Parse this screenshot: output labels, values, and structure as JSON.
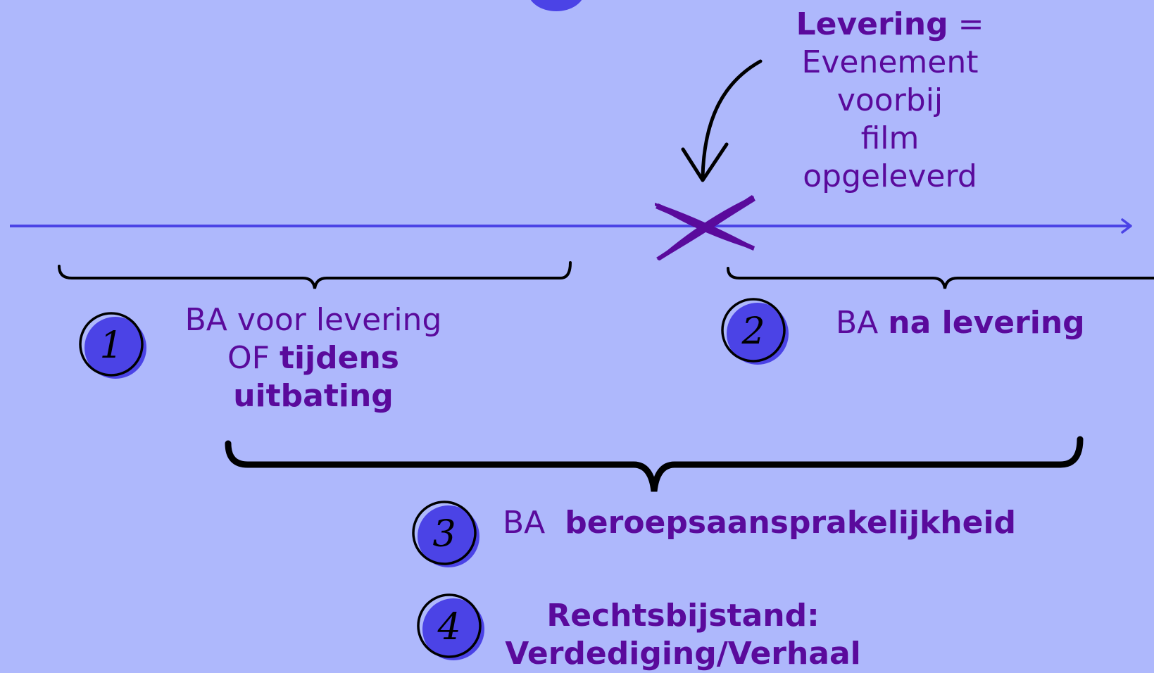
{
  "colors": {
    "background": "#aeb8fc",
    "text": "#5a0a9c",
    "timeline": "#4b43e6",
    "badge_fill": "#4b43e6",
    "marker": "#5a0a9c",
    "ink": "#000000"
  },
  "delivery_note": {
    "bold": "Levering",
    "rest_1": " =",
    "line2": "Evenement",
    "line3": "voorbij",
    "line4": "film",
    "line5": "opgeleverd"
  },
  "items": [
    {
      "number": "1",
      "line1_prefix": "BA voor levering",
      "line2_prefix": "OF ",
      "line2_bold": "tijdens",
      "line3_bold": "uitbating"
    },
    {
      "number": "2",
      "prefix": "BA ",
      "bold": "na levering"
    },
    {
      "number": "3",
      "prefix": "BA ",
      "bold": "beroepsaansprakelijkheid"
    },
    {
      "number": "4",
      "line1_bold": "Rechtsbijstand:",
      "line2_bold": "Verdediging/Verhaal"
    }
  ]
}
